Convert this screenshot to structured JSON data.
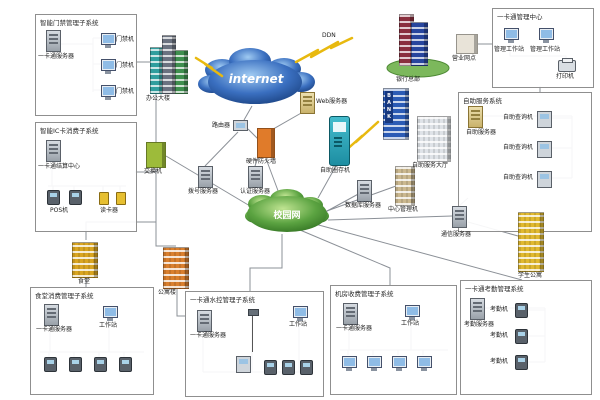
{
  "diagram": {
    "internet_label": "internet",
    "campus_label": "校园网",
    "ddn_label": "DDN",
    "bank_sign": "BANK",
    "nodes": {
      "city": "办公大楼",
      "hq": "银行总部",
      "branch": "营业网点",
      "web": "Web服务器",
      "router": "路由器",
      "firewall": "硬件防火墙",
      "dial": "拨号服务器",
      "auth": "认证服务器",
      "kiosk": "自助圈存机",
      "hall": "自助服务大厅",
      "db": "数据库服务器",
      "mgmt": "中心管理机",
      "comm": "通信服务器",
      "dorm": "学生公寓",
      "canteen": "食堂",
      "apartment": "公寓楼",
      "switch": "交换机"
    },
    "boxes": {
      "access": {
        "title": "智能门禁管理子系统",
        "server": "一卡通服务器",
        "items": [
          "门禁机",
          "门禁机",
          "门禁机"
        ]
      },
      "consume": {
        "title": "智能IC卡消费子系统",
        "server": "一卡通结算中心",
        "pos": "POS机",
        "reader": "读卡器"
      },
      "center": {
        "title": "一卡通管理中心",
        "ws1": "管理工作站",
        "ws2": "管理工作站",
        "printer": "打印机"
      },
      "self": {
        "title": "自助服务系统",
        "server": "自助服务器",
        "items": [
          "自助查询机",
          "自助查询机",
          "自助查询机"
        ]
      },
      "canteen": {
        "title": "食堂消费管理子系统",
        "server": "一卡通服务器",
        "ws": "工作站"
      },
      "water": {
        "title": "一卡通水控管理子系统",
        "server": "一卡通服务器",
        "ws": "工作站"
      },
      "room": {
        "title": "机房收费管理子系统",
        "server": "一卡通服务器",
        "ws": "工作站"
      },
      "attend": {
        "title": "一卡通考勤管理系统",
        "server": "考勤服务器",
        "items": [
          "考勤机",
          "考勤机",
          "考勤机"
        ]
      }
    }
  }
}
